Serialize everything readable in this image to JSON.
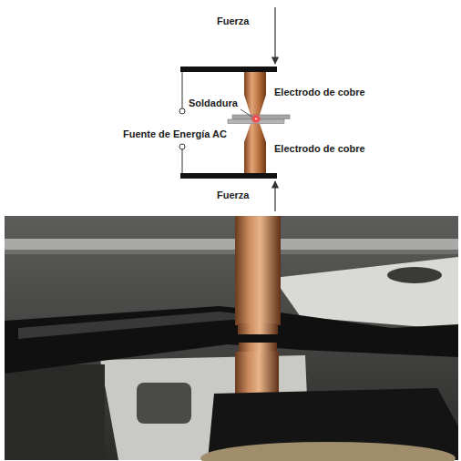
{
  "diagram": {
    "labels": [
      "Fuerza",
      "Electrodo de cobre",
      "Soldadura",
      "Fuente de Energía AC",
      "Electrodo de cobre",
      "Fuerza"
    ]
  }
}
